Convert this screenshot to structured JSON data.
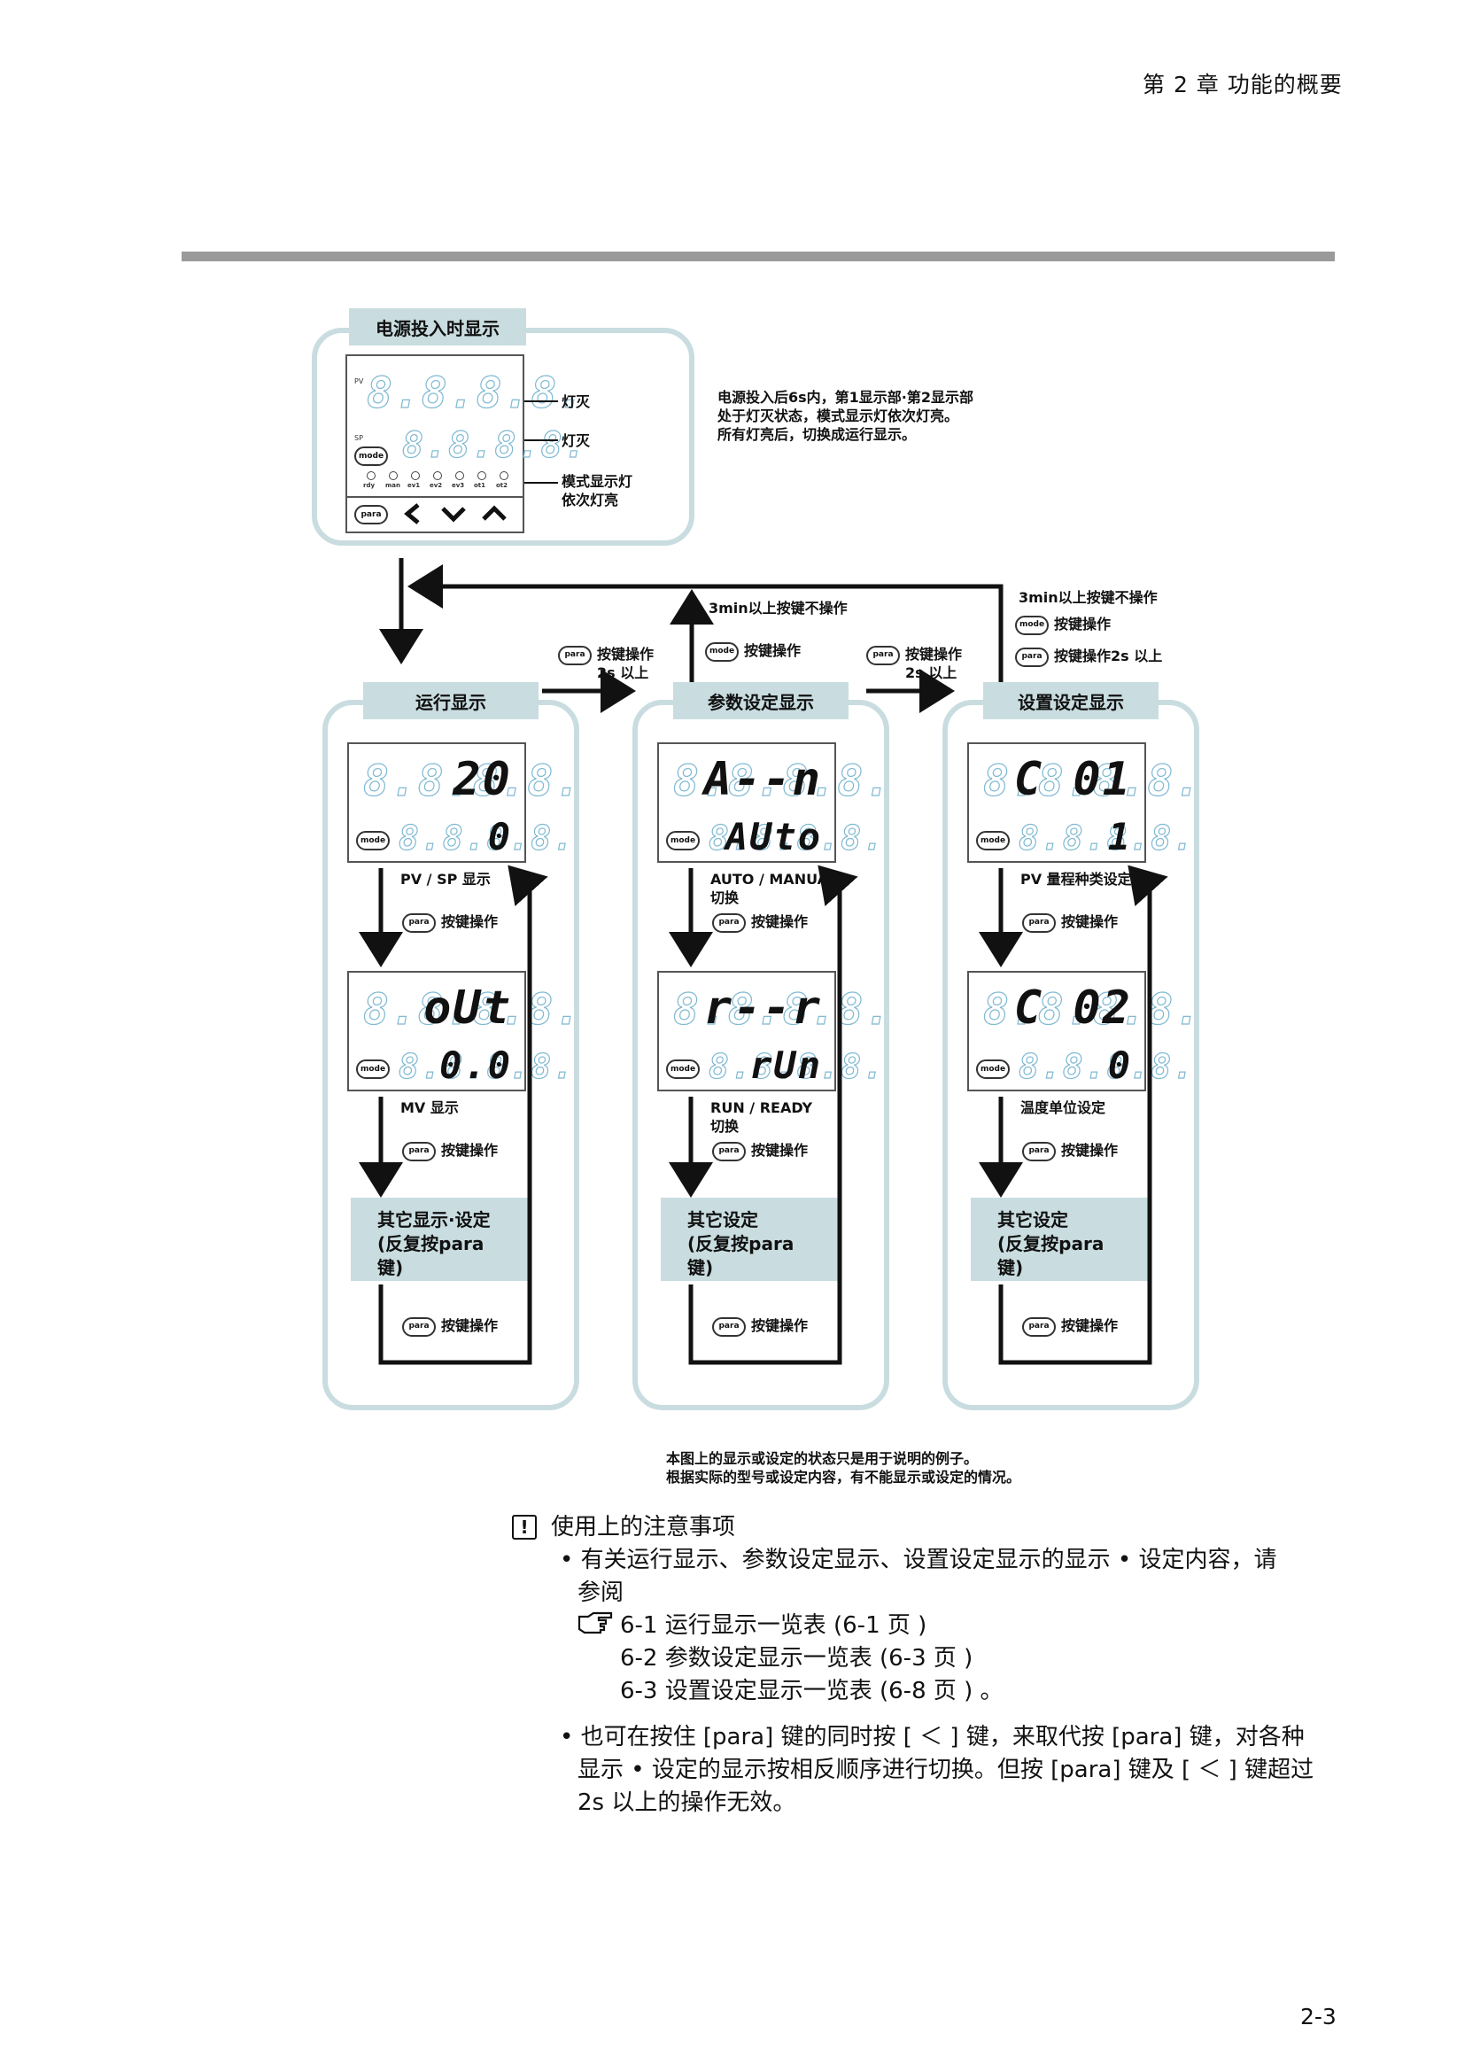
{
  "header": {
    "running_head": "第 2 章 功能的概要"
  },
  "diagram": {
    "power_on": {
      "title": "电源投入时显示",
      "pv_label": "PV",
      "sp_label": "SP",
      "mode_key": "mode",
      "para_key": "para",
      "label_off_1": "灯灭",
      "label_off_2": "灯灭",
      "label_mode_lamps": "模式显示灯\n依次灯亮",
      "indicator_labels": [
        "rdy",
        "man",
        "ev1",
        "ev2",
        "ev3",
        "ot1",
        "ot2"
      ],
      "description": "电源投入后6s内，第1显示部·第2显示部\n处于灯灭状态，模式显示灯依次灯亮。\n所有灯亮后，切换成运行显示。"
    },
    "transitions": {
      "top_return": "3min以上按键不操作",
      "param_key": "按键操作",
      "run_to_param_key": "按键操作\n2s 以上",
      "param_to_setup_key": "按键操作\n2s 以上",
      "setup_return_1": "3min以上按键不操作",
      "setup_return_2": "按键操作",
      "setup_return_3": "按键操作2s 以上"
    },
    "columns": [
      {
        "title": "运行显示",
        "display1": {
          "upper": "20",
          "lower": "0"
        },
        "caption1": "PV / SP 显示",
        "key1": "按键操作",
        "display2": {
          "upper": "oUt",
          "lower": "0.0"
        },
        "caption2": "MV 显示",
        "key2": "按键操作",
        "other": "其它显示·设定\n(反复按para键)",
        "key3": "按键操作"
      },
      {
        "title": "参数设定显示",
        "display1": {
          "upper": "A--n",
          "lower": "AUto"
        },
        "caption1": "AUTO / MANUAL\n切换",
        "key1": "按键操作",
        "display2": {
          "upper": "r--r",
          "lower": "rUn"
        },
        "caption2": "RUN / READY\n切换",
        "key2": "按键操作",
        "other": "其它设定\n(反复按para键)",
        "key3": "按键操作"
      },
      {
        "title": "设置设定显示",
        "display1": {
          "upper": "C 01",
          "lower": "1"
        },
        "caption1": "PV 量程种类设定",
        "key1": "按键操作",
        "display2": {
          "upper": "C 02",
          "lower": "0"
        },
        "caption2": "温度单位设定",
        "key2": "按键操作",
        "other": "其它设定\n(反复按para键)",
        "key3": "按键操作"
      }
    ],
    "footnote": "本图上的显示或设定的状态只是用于说明的例子。\n根据实际的型号或设定内容，有不能显示或设定的情况。"
  },
  "notes": {
    "heading": "使用上的注意事项",
    "bullet1": "• 有关运行显示、参数设定显示、设置设定显示的显示 • 设定内容，请",
    "bullet1_cont": "参阅",
    "ref1": "6-1 运行显示一览表 (6-1 页 )",
    "ref2": "6-2 参数设定显示一览表 (6-3 页 )",
    "ref3": "6-3 设置设定显示一览表 (6-8 页 ) 。",
    "bullet2_l1": "• 也可在按住 [para] 键的同时按 [ ＜ ] 键，来取代按 [para] 键，对各种",
    "bullet2_l2": "显示 • 设定的显示按相反顺序进行切换。但按 [para] 键及 [ ＜ ] 键超过",
    "bullet2_l3": "2s 以上的操作无效。"
  },
  "footer": {
    "page_number": "2-3"
  }
}
